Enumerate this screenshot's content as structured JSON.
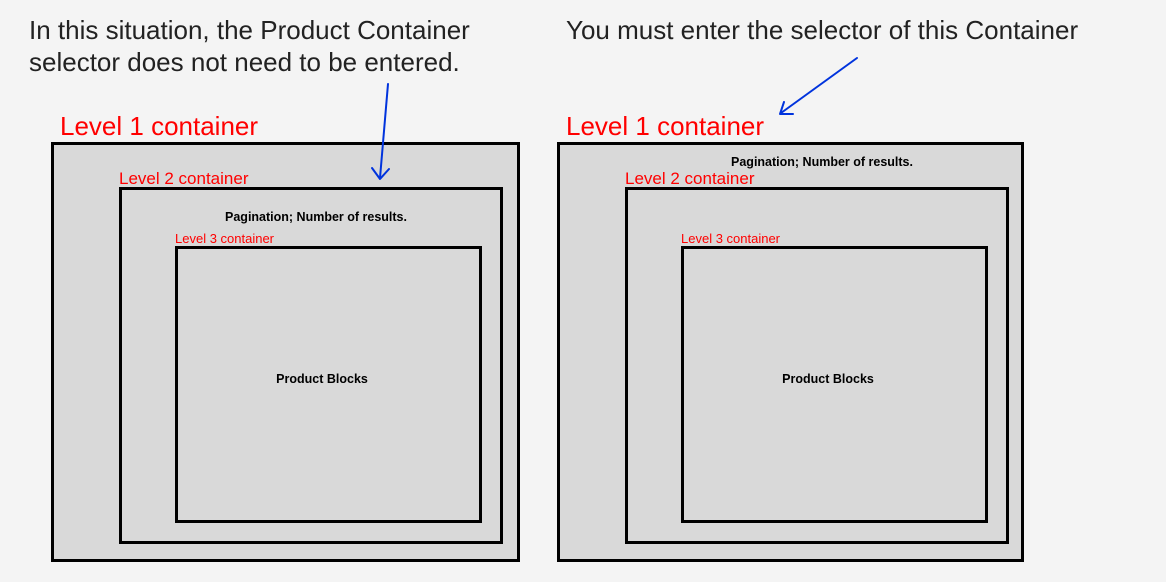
{
  "captions": {
    "left_line1": "In this situation, the Product Container",
    "left_line2": "selector does not need to be entered.",
    "right": "You must enter the selector of this Container"
  },
  "left_diagram": {
    "level1_label": "Level 1 container",
    "level2_label": "Level 2 container",
    "level3_label": "Level 3 container",
    "pagination_text": "Pagination; Number of results.",
    "product_blocks_text": "Product Blocks"
  },
  "right_diagram": {
    "level1_label": "Level 1 container",
    "level2_label": "Level 2 container",
    "level3_label": "Level 3 container",
    "pagination_text": "Pagination; Number of results.",
    "product_blocks_text": "Product Blocks"
  },
  "colors": {
    "background": "#f4f4f4",
    "container_fill": "#d9d9d9",
    "container_border": "#000000",
    "level_label": "#ff0000",
    "arrow": "#0033dd"
  }
}
